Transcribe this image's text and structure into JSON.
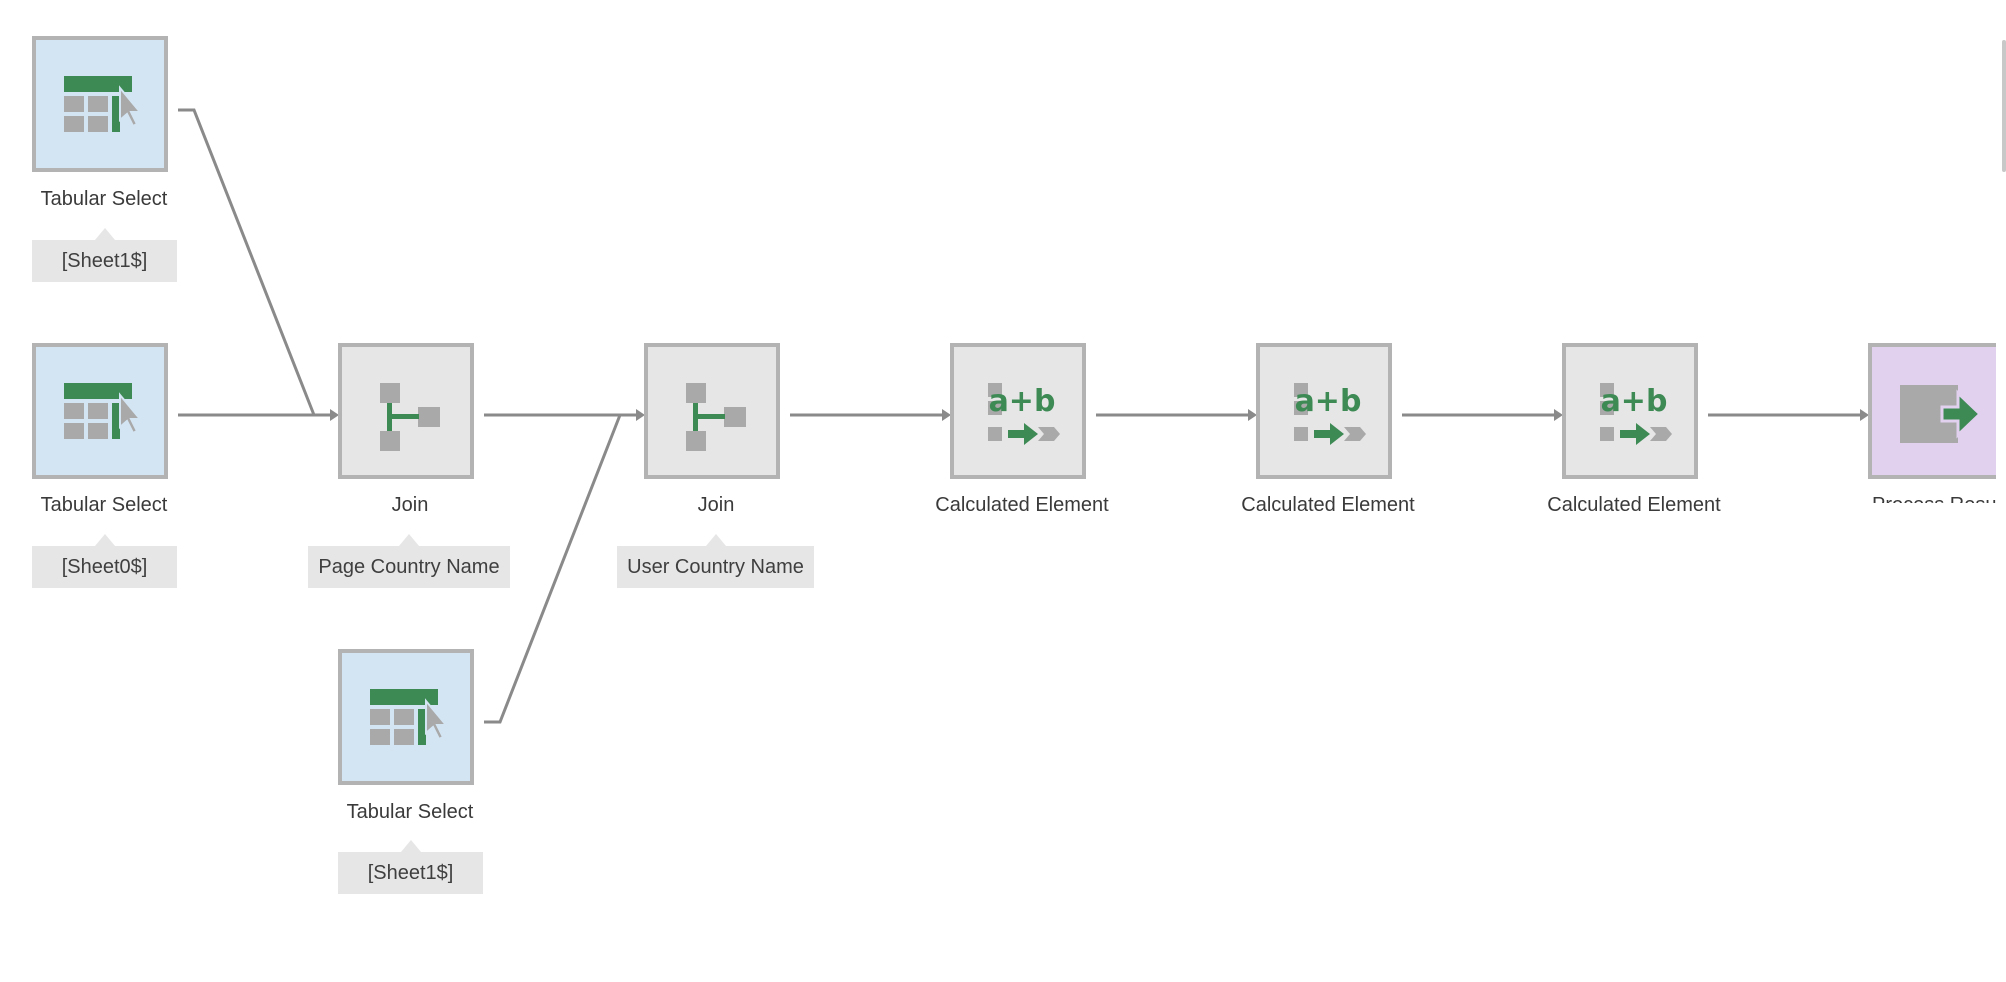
{
  "colors": {
    "select_fill": "#d3e5f3",
    "operation_fill": "#e6e6e6",
    "output_fill": "#e1d1ef",
    "node_border": "#b3b3b3",
    "icon_green": "#3e8a55",
    "icon_gray": "#a9a9a9",
    "connector": "#8a8a8a"
  },
  "nodes": [
    {
      "label": "Tabular Select",
      "tag": "[Sheet1$]",
      "icon": "tabular-select-icon"
    },
    {
      "label": "Tabular Select",
      "tag": "[Sheet0$]",
      "icon": "tabular-select-icon"
    },
    {
      "label": "Tabular Select",
      "tag": "[Sheet1$]",
      "icon": "tabular-select-icon"
    },
    {
      "label": "Join",
      "tag": "Page Country Name",
      "icon": "join-icon"
    },
    {
      "label": "Join",
      "tag": "User Country Name",
      "icon": "join-icon"
    },
    {
      "label": "Calculated Element",
      "icon": "calculated-element-icon"
    },
    {
      "label": "Calculated Element",
      "icon": "calculated-element-icon"
    },
    {
      "label": "Calculated Element",
      "icon": "calculated-element-icon"
    },
    {
      "label": "Process Resu",
      "icon": "process-result-icon"
    }
  ]
}
